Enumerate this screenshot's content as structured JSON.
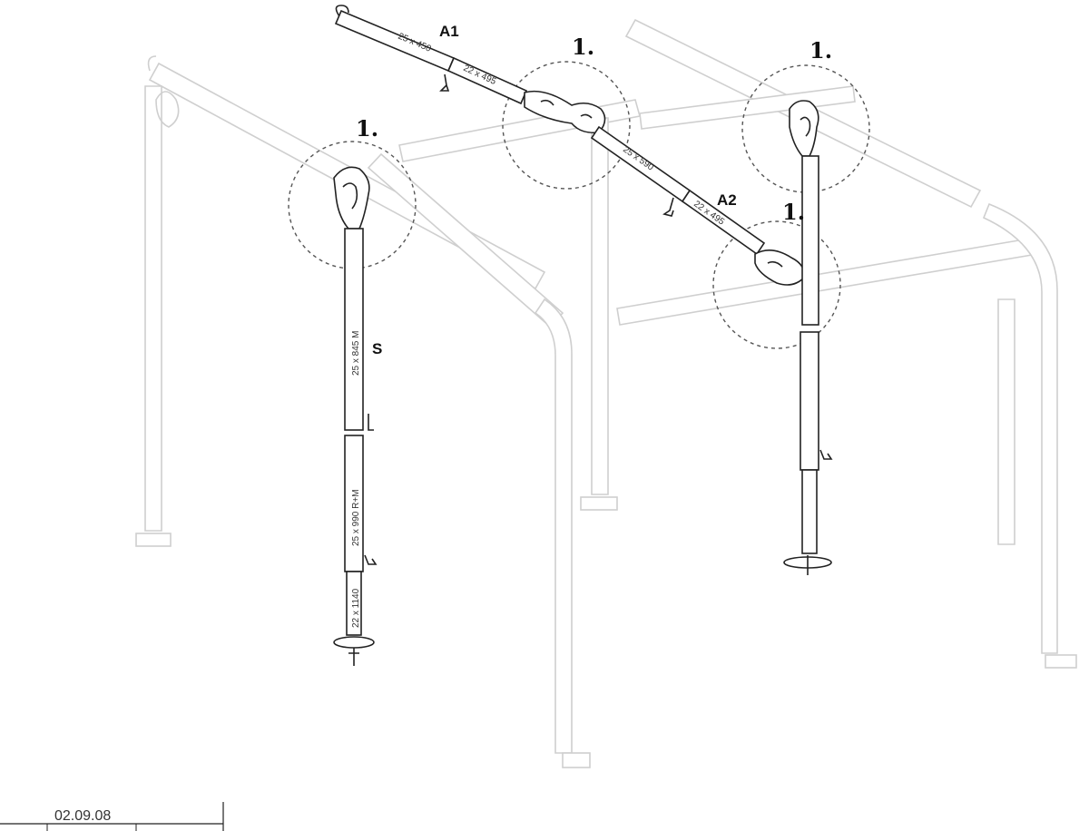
{
  "diagram": {
    "step_label": "1.",
    "parts": {
      "a1": {
        "label": "A1",
        "tube_1": "25 x 450",
        "tube_2": "22 x 495"
      },
      "a2": {
        "label": "A2",
        "tube_1": "25 x 590",
        "tube_2": "22 x 495"
      },
      "s": {
        "label": "S",
        "tube_1": "25 x 845 M",
        "tube_2": "25 x 990 R+M",
        "tube_3": "22 x 1140"
      }
    },
    "footer": {
      "text": "02.09.08"
    },
    "colors": {
      "highlight": "#222222",
      "ghost": "#cfcfcf"
    },
    "icons": [
      "hook-clip-icon",
      "joint-connector-icon",
      "ground-plate-icon",
      "spike-icon"
    ]
  }
}
